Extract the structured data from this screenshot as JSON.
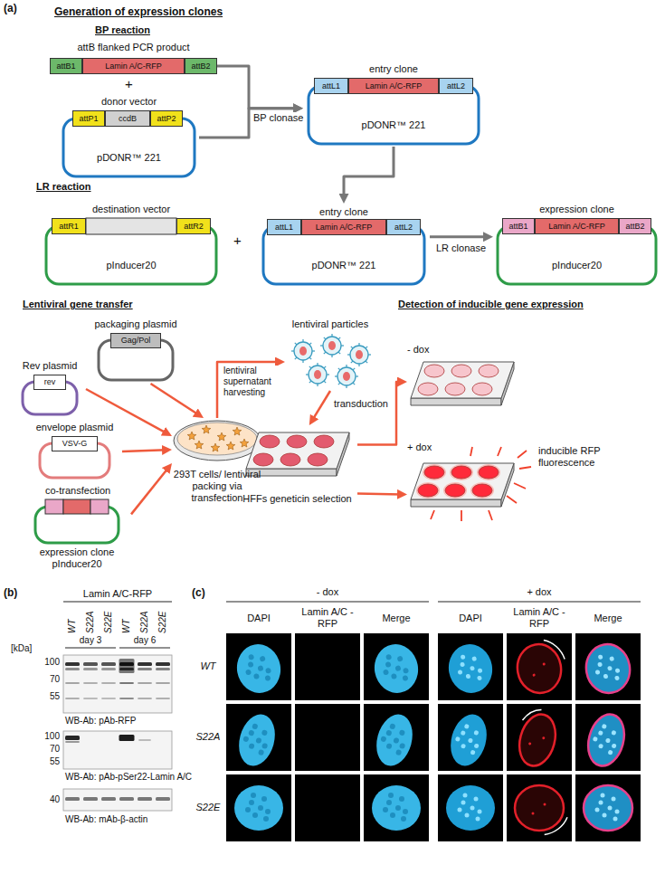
{
  "diagram": {
    "nodes": [
      {
        "text": [
          "attB flanked PCR product"
        ]
      },
      {
        "text": [
          "attB1"
        ],
        "in": 0
      },
      {
        "text": [
          "Lamin A/C-RFP"
        ],
        "in": 0
      },
      {
        "text": [
          "attB2"
        ],
        "in": 0
      },
      {
        "text": [
          "donor vector",
          "pDONR™ 221"
        ]
      },
      {
        "text": [
          "attP1"
        ],
        "in": 4
      },
      {
        "text": [
          "ccdB"
        ],
        "in": 4
      },
      {
        "text": [
          "attP2"
        ],
        "in": 4
      },
      {
        "text": [
          "entry clone",
          "pDONR™ 221"
        ]
      },
      {
        "text": [
          "attL1"
        ],
        "in": 8
      },
      {
        "text": [
          "Lamin A/C-RFP"
        ],
        "in": 8
      },
      {
        "text": [
          "attL2"
        ],
        "in": 8
      },
      {
        "text": [
          "destination vector",
          "pInducer20"
        ]
      },
      {
        "text": [
          "attR1"
        ],
        "in": 12
      },
      {
        "text": [
          "attR2"
        ],
        "in": 12
      },
      {
        "text": [
          "entry clone",
          "pDONR™ 221"
        ]
      },
      {
        "text": [
          "attL1"
        ],
        "in": 15
      },
      {
        "text": [
          "Lamin A/C-RFP"
        ],
        "in": 15
      },
      {
        "text": [
          "attL2"
        ],
        "in": 15
      },
      {
        "text": [
          "expression clone",
          "pInducer20"
        ]
      },
      {
        "text": [
          "attB1"
        ],
        "in": 19
      },
      {
        "text": [
          "Lamin A/C-RFP"
        ],
        "in": 19
      },
      {
        "text": [
          "attB2"
        ],
        "in": 19
      },
      {
        "text": [
          "packaging plasmid"
        ]
      },
      {
        "text": [
          "Gag/Pol"
        ],
        "in": 23
      },
      {
        "text": [
          "Rev plasmid"
        ]
      },
      {
        "text": [
          "rev"
        ],
        "in": 25
      },
      {
        "text": [
          "envelope plasmid"
        ]
      },
      {
        "text": [
          "VSV-G"
        ],
        "in": 27
      },
      {
        "text": [
          "expression clone pInducer20"
        ]
      },
      {
        "text": [
          "293T cells/ lentiviral packing via transfection"
        ]
      },
      {
        "text": [
          "lentiviral particles"
        ]
      },
      {
        "text": [
          "HFFs geneticin selection"
        ]
      },
      {
        "text": [
          "- dox"
        ]
      },
      {
        "text": [
          "+ dox",
          "inducible RFP fluorescence"
        ]
      }
    ],
    "edges": [
      {
        "from": 0,
        "to": 8,
        "arrow": "to",
        "label": "BP clonase"
      },
      {
        "from": 4,
        "to": 8,
        "arrow": "to"
      },
      {
        "from": 8,
        "to": 15,
        "arrow": "to"
      },
      {
        "from": 15,
        "to": 19,
        "arrow": "to",
        "label": "LR clonase"
      },
      {
        "from": 23,
        "to": 30,
        "arrow": "to"
      },
      {
        "from": 25,
        "to": 30,
        "arrow": "to"
      },
      {
        "from": 27,
        "to": 30,
        "arrow": "to"
      },
      {
        "from": 29,
        "to": 30,
        "arrow": "to"
      },
      {
        "from": 30,
        "to": 31,
        "arrow": "to",
        "label": "lentiviral supernatant harvesting"
      },
      {
        "from": 31,
        "to": 32,
        "arrow": "to",
        "label": "transduction"
      },
      {
        "from": 32,
        "to": 33,
        "arrow": "to"
      },
      {
        "from": 32,
        "to": 34,
        "arrow": "to"
      }
    ],
    "labels": [
      "(a)",
      "Generation of expression clones",
      "BP reaction",
      "+",
      "LR reaction",
      "+",
      "Lentiviral gene transfer",
      "Detection of inducible gene expression",
      "co-transfection",
      "(b)",
      "Lamin A/C-RFP",
      "WT",
      "S22A",
      "S22E",
      "WT",
      "S22A",
      "S22E",
      "day 3",
      "day 6",
      "[kDa]",
      "100",
      "70",
      "55",
      "WB-Ab: pAb-RFP",
      "100",
      "70",
      "55",
      "WB-Ab: pAb-pSer22-Lamin A/C",
      "40",
      "WB-Ab: mAb-β-actin",
      "(c)",
      "- dox",
      "+ dox",
      "DAPI",
      "Lamin A/C -RFP",
      "Merge",
      "DAPI",
      "Lamin A/C -RFP",
      "Merge",
      "WT",
      "S22A",
      "S22E"
    ]
  }
}
